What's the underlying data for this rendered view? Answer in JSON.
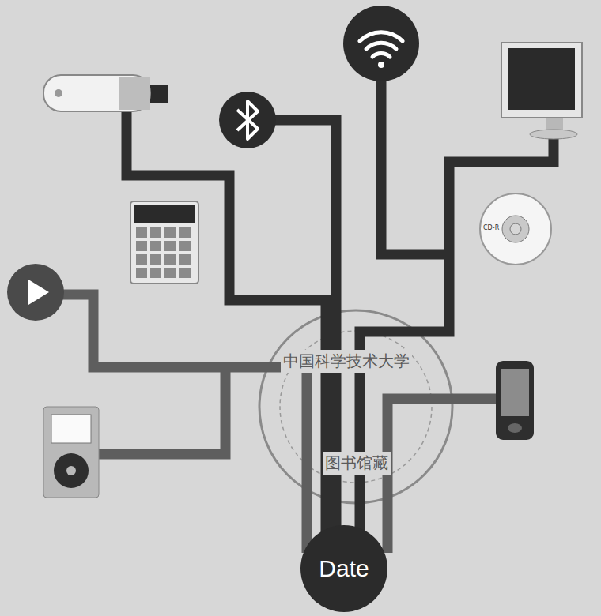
{
  "diagram": {
    "nodes": [
      {
        "text": [
          "Date"
        ]
      }
    ],
    "labels": [
      "中国科学技术大学",
      "图书馆藏",
      "CD-R"
    ]
  }
}
